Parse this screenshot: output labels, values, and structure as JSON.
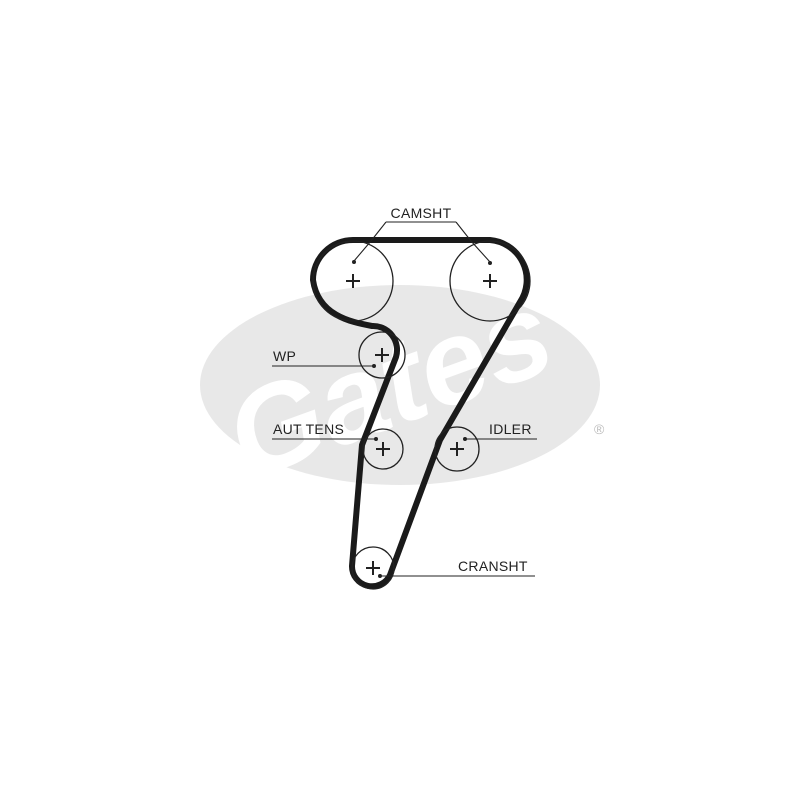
{
  "brand": {
    "logo_text": "Gates",
    "registered_mark": "®",
    "watermark_color": "#d6d6d6"
  },
  "labels": {
    "camshaft": "CAMSHT",
    "water_pump": "WP",
    "auto_tensioner": "AUT TENS",
    "idler": "IDLER",
    "crankshaft": "CRANSHT"
  },
  "colors": {
    "belt": "#1a1a1a",
    "pulley": "#222222",
    "leader": "#222222"
  }
}
